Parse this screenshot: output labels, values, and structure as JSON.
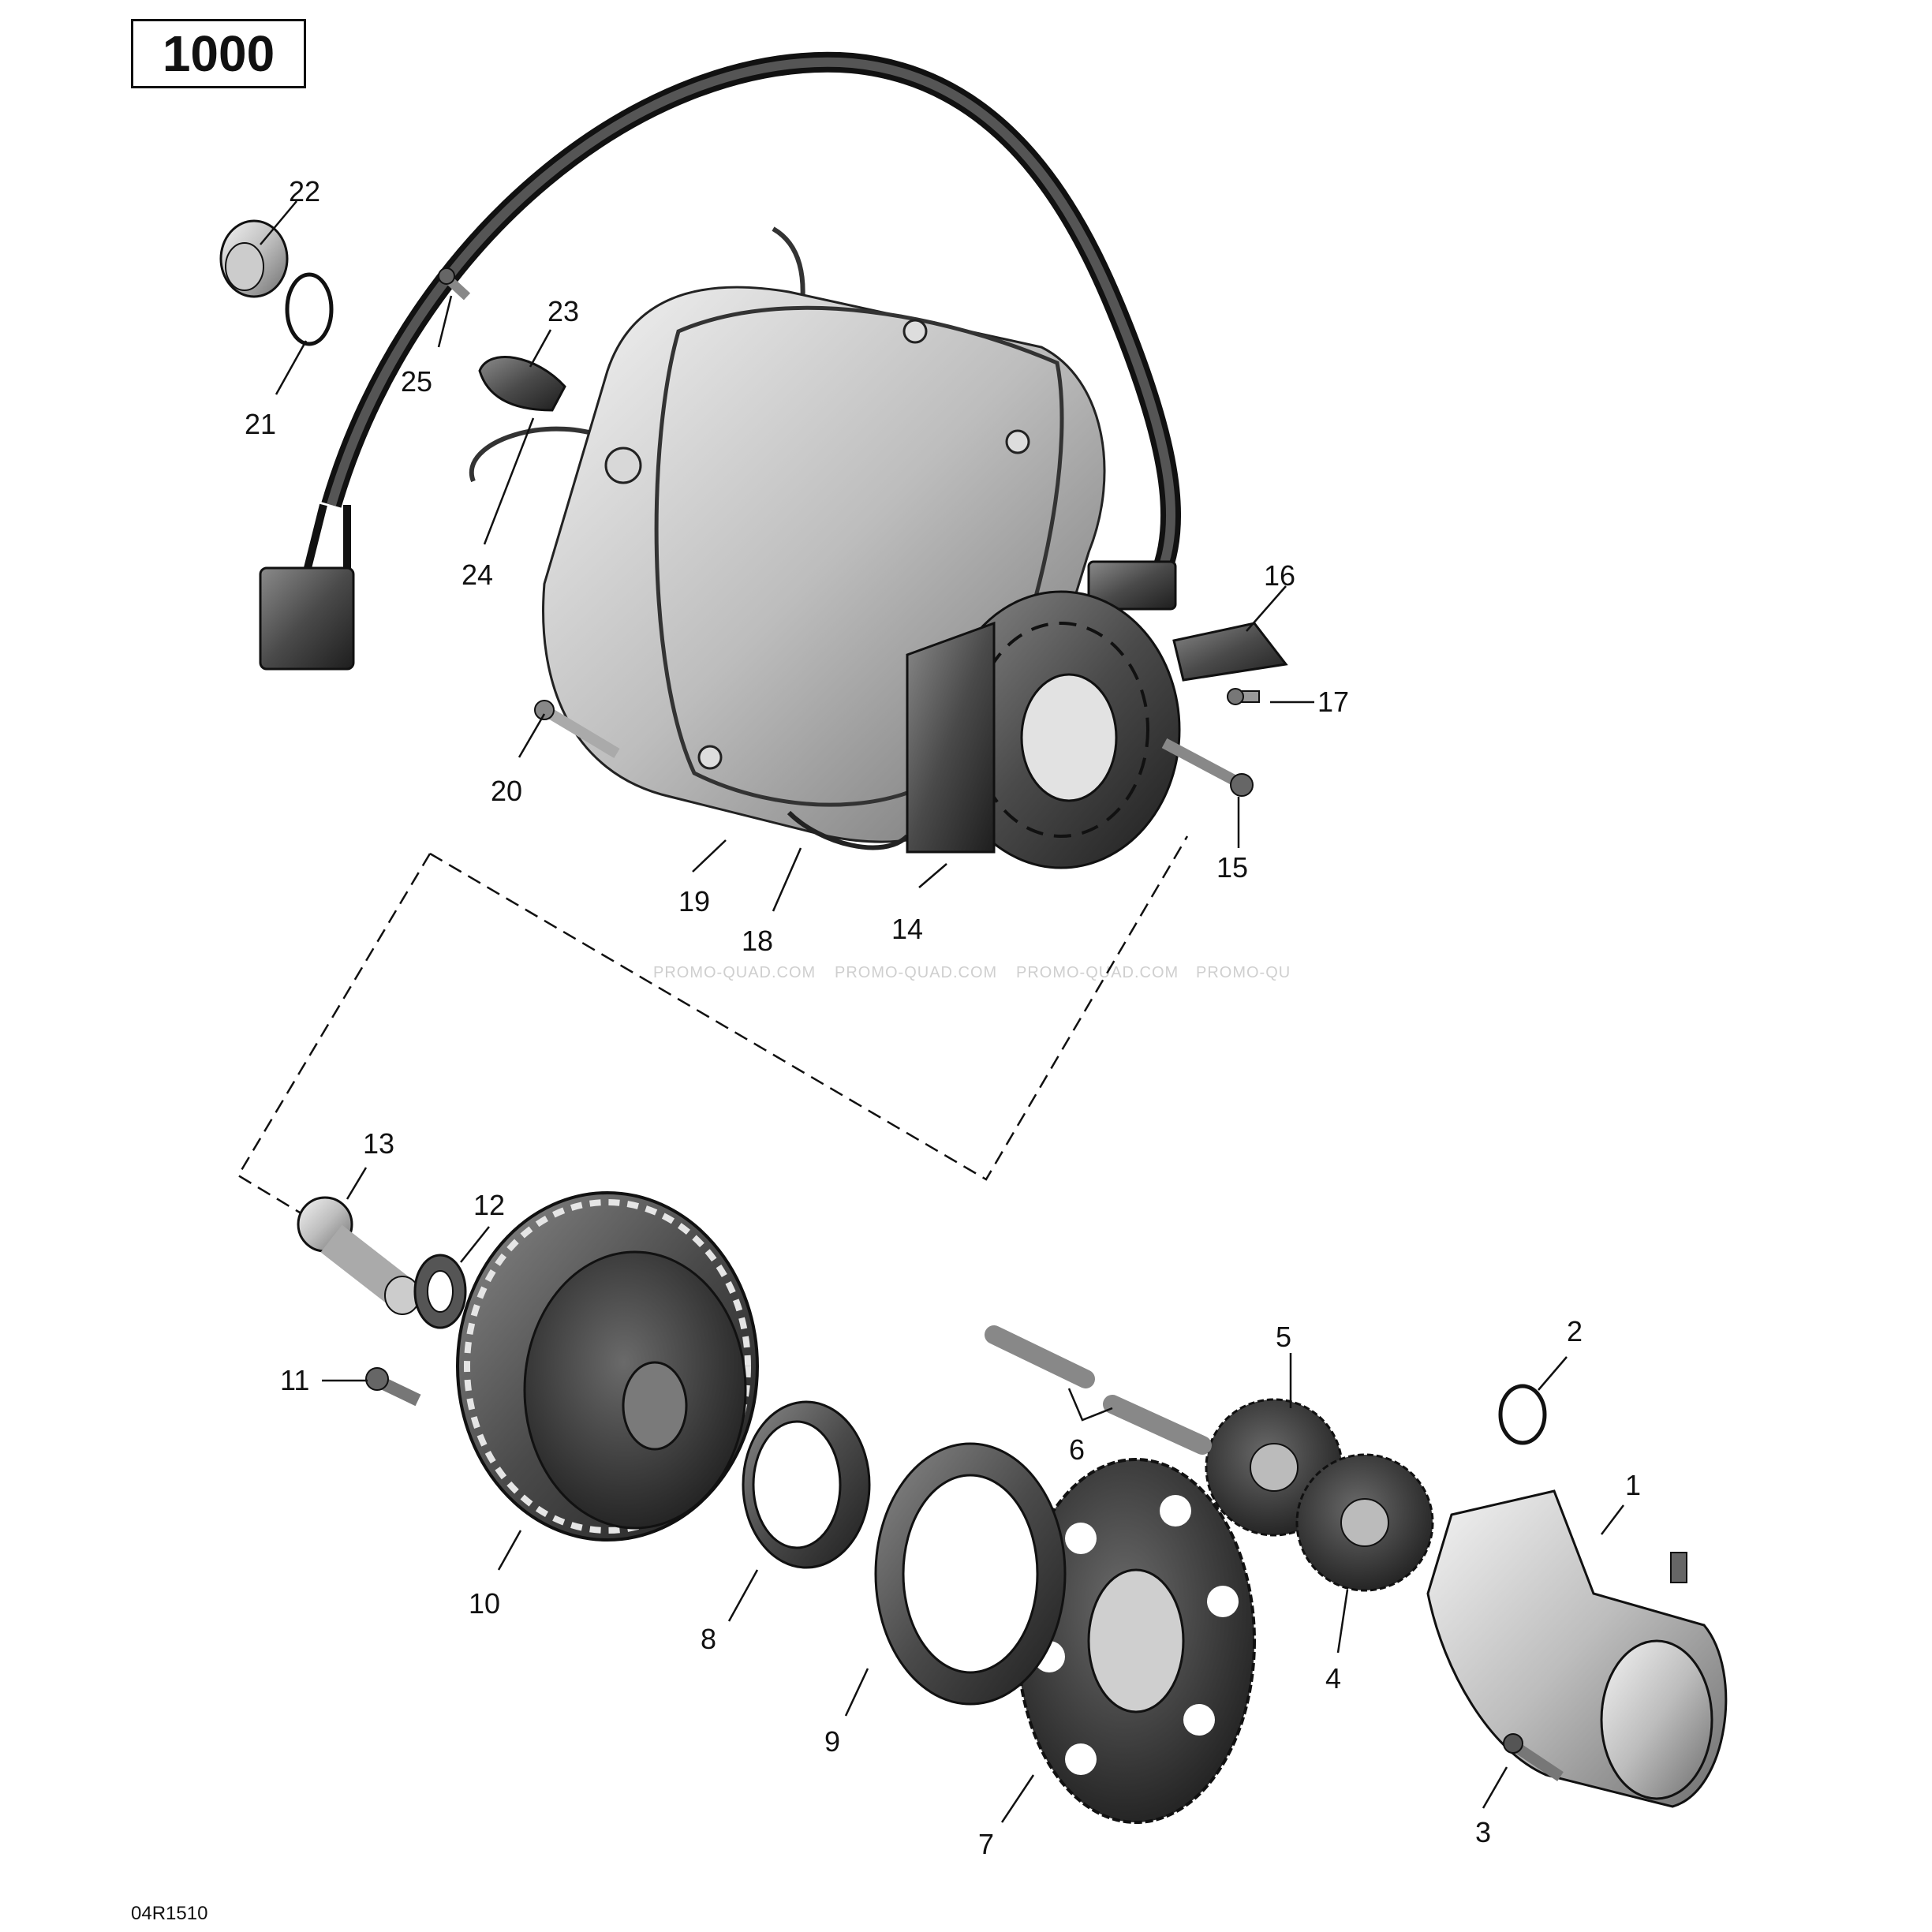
{
  "model_label": "1000",
  "drawing_code": "04R1510",
  "watermarks": [
    "PROMO-QUAD.COM",
    "PROMO-QUAD.COM",
    "PROMO-QUAD.COM",
    "PROMO-QUA"
  ],
  "callouts": {
    "n1": "1",
    "n2": "2",
    "n3": "3",
    "n4": "4",
    "n5": "5",
    "n6": "6",
    "n7": "7",
    "n8": "8",
    "n9": "9",
    "n10": "10",
    "n11": "11",
    "n12": "12",
    "n13": "13",
    "n14": "14",
    "n15": "15",
    "n16": "16",
    "n17": "17",
    "n18": "18",
    "n19": "19",
    "n20": "20",
    "n21": "21",
    "n22": "22",
    "n23": "23",
    "n24": "24",
    "n25": "25"
  }
}
